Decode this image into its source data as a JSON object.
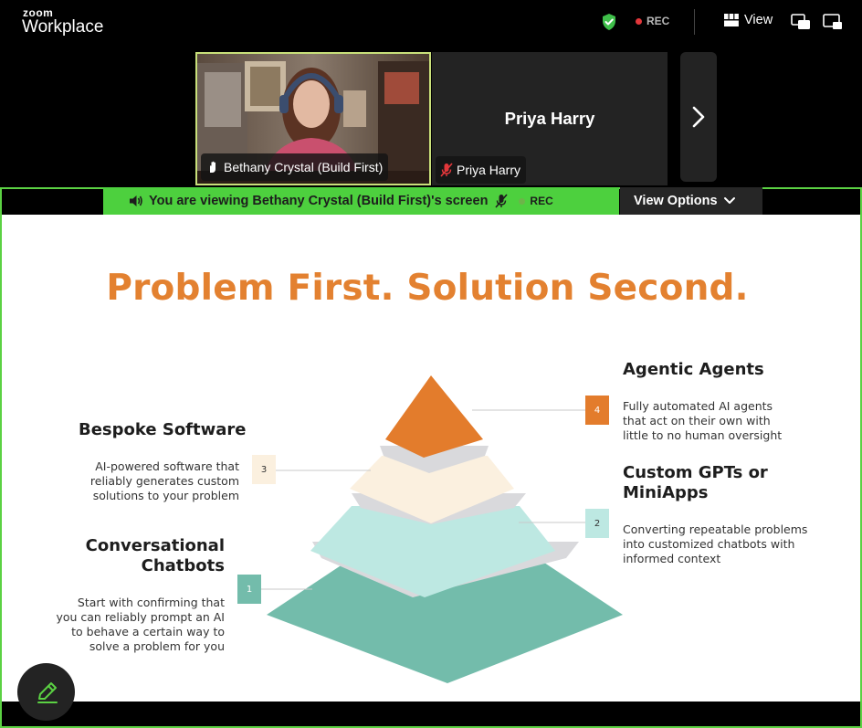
{
  "app": {
    "logo_small": "zoom",
    "logo_big": "Workplace",
    "rec_label": "REC",
    "view_label": "View"
  },
  "participants": {
    "bethany": {
      "name": "Bethany Crystal (Build First)"
    },
    "priya": {
      "name": "Priya Harry",
      "label": "Priya Harry"
    }
  },
  "share": {
    "banner_text": "You are viewing  Bethany Crystal (Build First)'s screen",
    "rec_label": "REC",
    "view_options_label": "View Options"
  },
  "slide": {
    "title": "Problem First. Solution Second.",
    "levels": [
      {
        "number": "1",
        "heading_line1": "Conversational",
        "heading_line2": "Chatbots",
        "desc_lines": [
          "Start with confirming that",
          "you can reliably prompt an AI",
          "to behave a certain way to",
          "solve a problem for you"
        ]
      },
      {
        "number": "2",
        "heading_line1": "Custom GPTs or",
        "heading_line2": "MiniApps",
        "desc_lines": [
          "Converting repeatable problems",
          "into customized chatbots with",
          "informed context"
        ]
      },
      {
        "number": "3",
        "heading_line1": "Bespoke Software",
        "desc_lines": [
          "AI-powered software that",
          "reliably generates custom",
          "solutions to your problem"
        ]
      },
      {
        "number": "4",
        "heading_line1": "Agentic Agents",
        "desc_lines": [
          "Fully automated AI agents",
          "that act on their own with",
          "little to no human oversight"
        ]
      }
    ]
  },
  "colors": {
    "accent_green": "#4dd03e",
    "title_orange": "#e38130",
    "teal_dark": "#73bcab",
    "teal_light": "#bde8e2",
    "cream": "#fbf0df",
    "orange": "#e37c2c",
    "rec_red": "#e3373b"
  },
  "icons": {
    "shield": "shield-check-icon",
    "view": "grid-view-icon",
    "pip": "picture-in-picture-icon",
    "minimize": "minimize-window-icon",
    "next": "chevron-right-icon",
    "speaker": "speaker-icon",
    "mic_muted": "mic-muted-icon",
    "chevron_down": "chevron-down-icon",
    "pen": "pen-icon"
  }
}
